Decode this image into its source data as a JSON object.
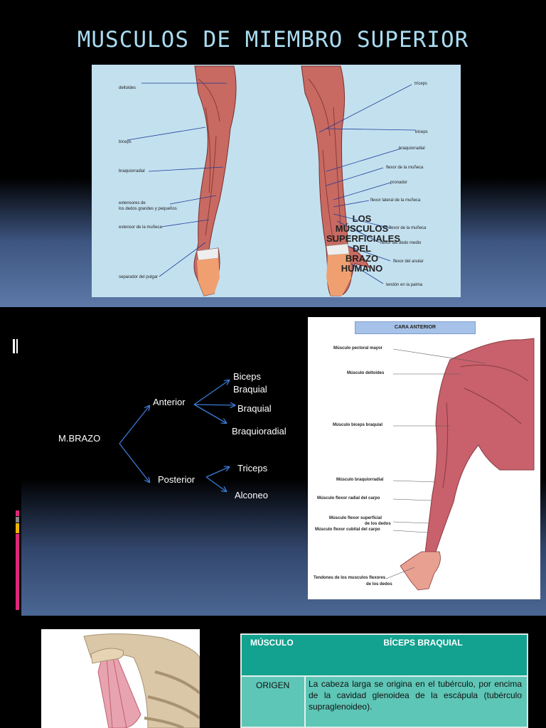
{
  "slide1": {
    "title": "MUSCULOS DE MIEMBRO SUPERIOR",
    "left_labels": [
      "deltoides",
      "bíceps",
      "braquiorradial",
      "extensores de",
      "los dedos grandes y pequeños",
      "extensor de la muñeca",
      "separador del pulgar"
    ],
    "right_labels": [
      "tríceps",
      "bíceps",
      "braquiorradial",
      "flexor de la muñeca",
      "pronador",
      "flexor lateral de la muñeca",
      "flexor de la muñeca",
      "flexor del dedo medio",
      "flexor del anular",
      "tendón en la palma"
    ],
    "big_title": [
      "LOS",
      "MÚSCULOS",
      "SUPERFICIALES",
      "DEL",
      "BRAZO",
      "HUMANO"
    ]
  },
  "slide2": {
    "root": "M.BRAZO",
    "anterior": {
      "label": "Anterior",
      "children": [
        "Biceps",
        "Braquial",
        "Braquial",
        "Braquioradial"
      ]
    },
    "posterior": {
      "label": "Posterior",
      "children": [
        "Triceps",
        "Alconeo"
      ]
    },
    "figure": {
      "header": "CARA ANTERIOR",
      "labels": [
        "Músculo pectoral mayor",
        "Músculo deltoides",
        "Músculo bíceps braquial",
        "Músculo braquiorradial",
        "Músculo flexor radial del carpo",
        "Músculo flexor superficial",
        "de los dedos",
        "Músculo flexor cubital del carpo",
        "Tendones de los musculos flexores",
        "de los dedos"
      ]
    },
    "accent_colors": [
      "#e0267a",
      "#8a8a8a",
      "#f0b400",
      "#e0267a"
    ]
  },
  "slide3": {
    "table": {
      "header_left": "MÚSCULO",
      "header_right": "BÍCEPS BRAQUIAL",
      "row_label": "ORIGEN",
      "row_text": "La cabeza larga se origina en el tubérculo, por encima de la cavidad glenoidea de la escápula (tubérculo supraglenoideo)."
    },
    "colors": {
      "header": "#12a28f",
      "body": "#5ec6b6"
    }
  }
}
